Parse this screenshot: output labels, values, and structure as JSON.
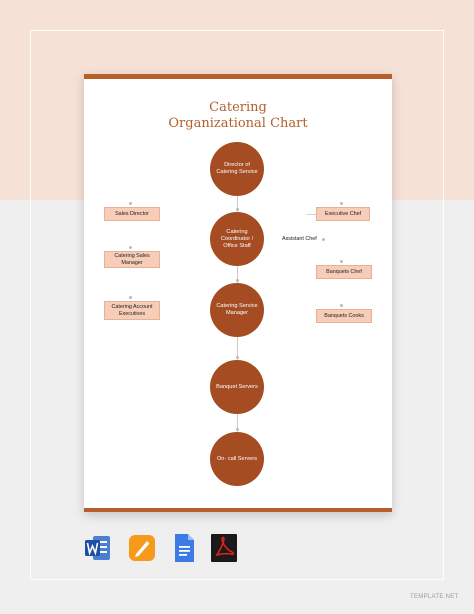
{
  "document": {
    "title_line1": "Catering",
    "title_line2": "Organizational Chart"
  },
  "chart": {
    "center_nodes": [
      "Director of Catering Service",
      "Catering Coordinator / Office Staff",
      "Catering Service Manager",
      "Banquet Servers",
      "On- call Servers"
    ],
    "left_nodes": [
      "Sales Director",
      "Catering Sales Manager",
      "Catering Account Executives"
    ],
    "right_nodes": [
      "Executive Chef",
      "Assistant Chef",
      "Banquets Chef",
      "Banquets Cooks"
    ]
  },
  "format_icons": [
    "word-icon",
    "pages-icon",
    "google-docs-icon",
    "pdf-icon"
  ],
  "watermark": "TEMPLATE.NET",
  "colors": {
    "accent": "#a54c22",
    "title": "#b0612e",
    "box_fill": "#f7cdb8",
    "background_top": "#f6e1d6"
  }
}
